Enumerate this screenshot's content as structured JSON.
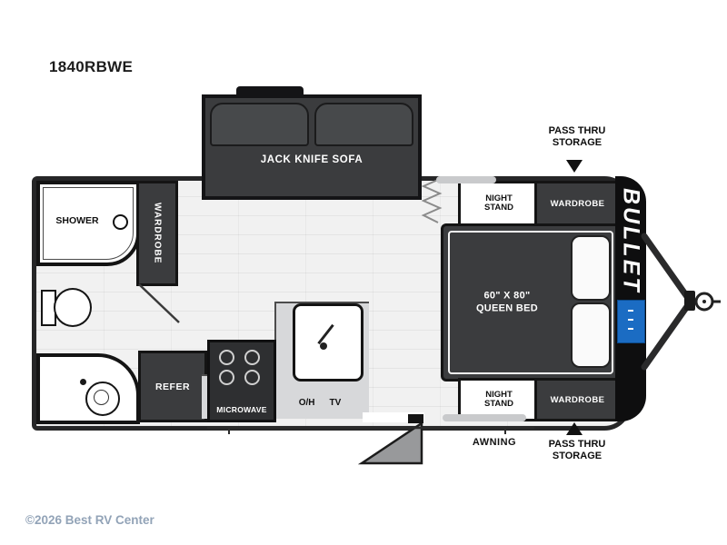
{
  "title": "1840RBWE",
  "watermark": "©2026 Best RV Center",
  "brand": {
    "name": "BULLET"
  },
  "labels": {
    "sofa": "JACK KNIFE SOFA",
    "shower": "SHOWER",
    "wardrobe": "WARDROBE",
    "refer": "REFER",
    "microwave": "MICROWAVE",
    "oh": "O/H",
    "tv": "TV",
    "awning": "AWNING",
    "night_stand_l1": "NIGHT",
    "night_stand_l2": "STAND",
    "pass_thru_l1": "PASS THRU",
    "pass_thru_l2": "STORAGE",
    "bed_l1": "60\" X 80\"",
    "bed_l2": "QUEEN BED"
  }
}
